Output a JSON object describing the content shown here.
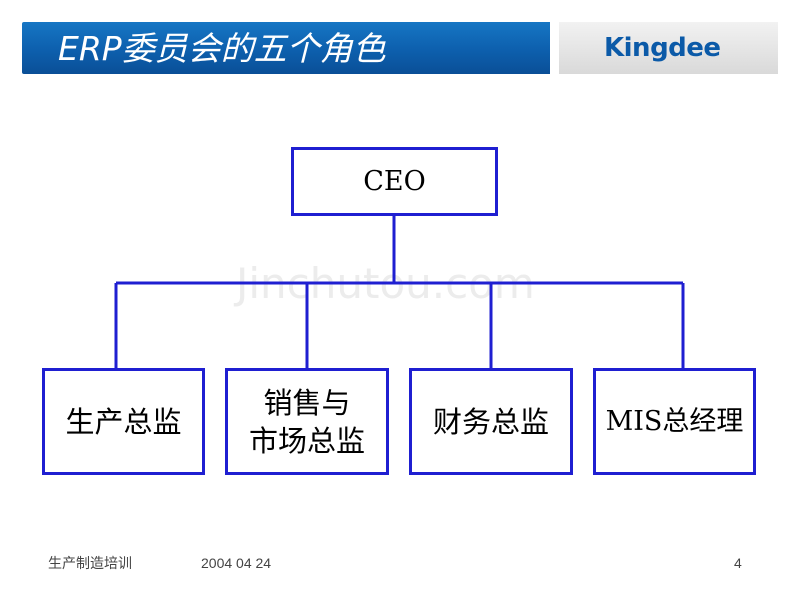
{
  "header": {
    "title": "ERP委员会的五个角色",
    "logo": "Kingdee"
  },
  "watermark": "Jinchutou.com",
  "org_chart": {
    "root": {
      "label": "CEO"
    },
    "children": [
      {
        "lines": [
          "生产总监"
        ]
      },
      {
        "lines": [
          "销售与",
          "市场总监"
        ]
      },
      {
        "lines": [
          "财务总监"
        ]
      },
      {
        "lines": [
          "MIS总经理"
        ]
      }
    ],
    "colors": {
      "border": "#1f1fd1",
      "connector": "#1f1fd1"
    }
  },
  "footer": {
    "course": "生产制造培训",
    "date": "2004  04  24",
    "page": "4"
  },
  "colors": {
    "banner": "#0d5fad",
    "logo_text": "#0b5aa8"
  }
}
